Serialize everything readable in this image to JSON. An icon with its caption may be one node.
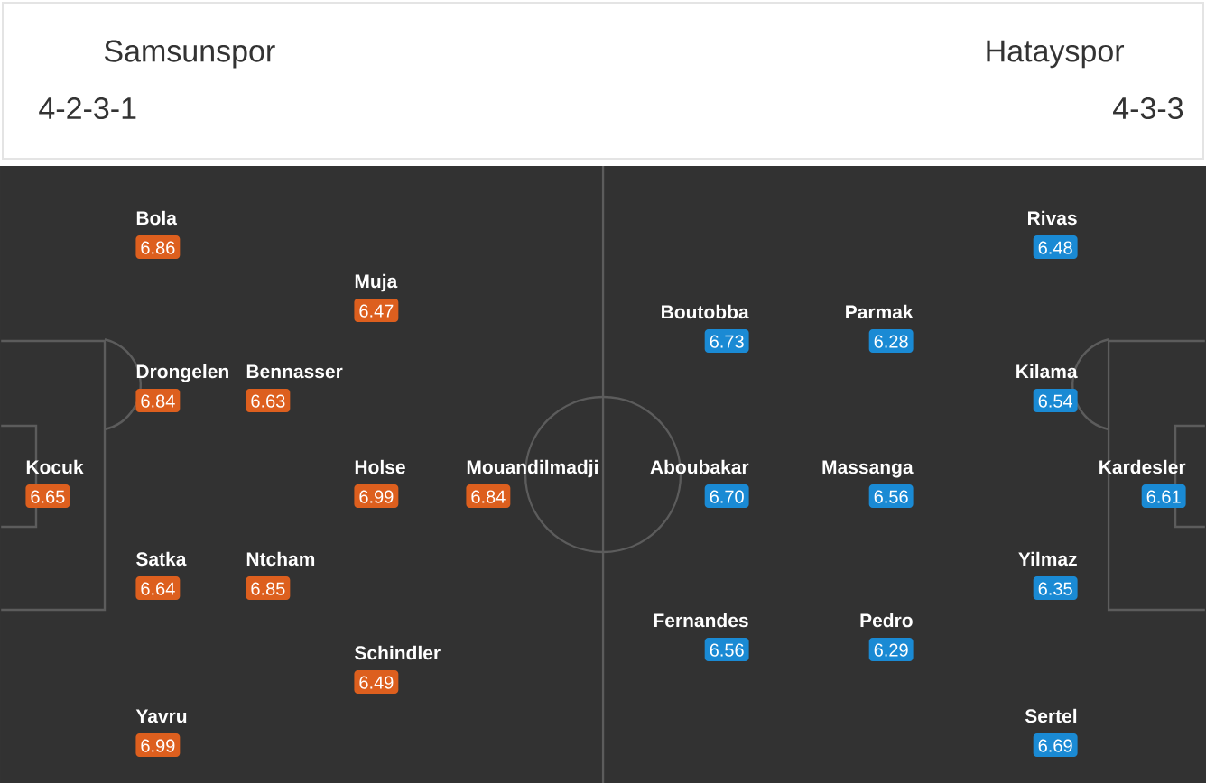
{
  "diagram": {
    "nodes": [
      {
        "text": [
          "Kocuk",
          "6.65"
        ]
      },
      {
        "text": [
          "Bola",
          "6.86"
        ]
      },
      {
        "text": [
          "Drongelen",
          "6.84"
        ]
      },
      {
        "text": [
          "Satka",
          "6.64"
        ]
      },
      {
        "text": [
          "Yavru",
          "6.99"
        ]
      },
      {
        "text": [
          "Bennasser",
          "6.63"
        ]
      },
      {
        "text": [
          "Ntcham",
          "6.85"
        ]
      },
      {
        "text": [
          "Muja",
          "6.47"
        ]
      },
      {
        "text": [
          "Holse",
          "6.99"
        ]
      },
      {
        "text": [
          "Schindler",
          "6.49"
        ]
      },
      {
        "text": [
          "Mouandilmadji",
          "6.84"
        ]
      },
      {
        "text": [
          "Boutobba",
          "6.73"
        ]
      },
      {
        "text": [
          "Aboubakar",
          "6.70"
        ]
      },
      {
        "text": [
          "Fernandes",
          "6.56"
        ]
      },
      {
        "text": [
          "Parmak",
          "6.28"
        ]
      },
      {
        "text": [
          "Massanga",
          "6.56"
        ]
      },
      {
        "text": [
          "Pedro",
          "6.29"
        ]
      },
      {
        "text": [
          "Rivas",
          "6.48"
        ]
      },
      {
        "text": [
          "Kilama",
          "6.54"
        ]
      },
      {
        "text": [
          "Yilmaz",
          "6.35"
        ]
      },
      {
        "text": [
          "Sertel",
          "6.69"
        ]
      },
      {
        "text": [
          "Kardesler",
          "6.61"
        ]
      }
    ],
    "labels": [
      "Samsunspor",
      "Hatayspor",
      "4-2-3-1",
      "4-3-3"
    ]
  }
}
